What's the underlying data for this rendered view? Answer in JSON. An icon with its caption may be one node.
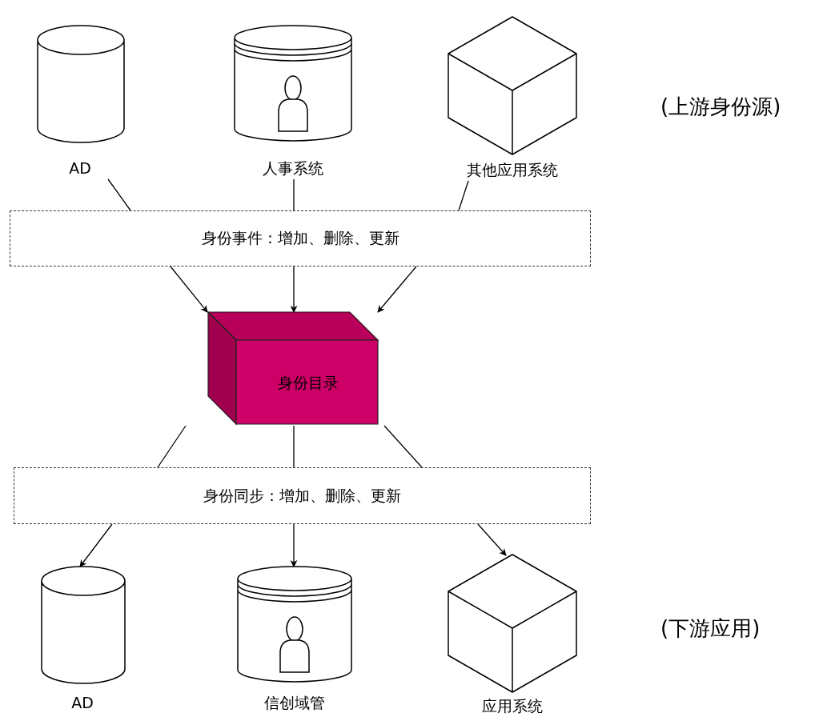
{
  "diagram": {
    "nodes": [
      {
        "text": [
          "AD"
        ]
      },
      {
        "text": [
          "人事系统"
        ]
      },
      {
        "text": [
          "其他应用系统"
        ]
      },
      {
        "text": [
          "身份事件：增加、删除、更新"
        ]
      },
      {
        "text": [
          "身份目录"
        ]
      },
      {
        "text": [
          "身份同步：增加、删除、更新"
        ]
      },
      {
        "text": [
          "AD"
        ]
      },
      {
        "text": [
          "信创域管"
        ]
      },
      {
        "text": [
          "应用系统"
        ]
      }
    ],
    "edges": [
      {
        "from": 0,
        "to": 3,
        "arrow": "none"
      },
      {
        "from": 1,
        "to": 3,
        "arrow": "none"
      },
      {
        "from": 2,
        "to": 3,
        "arrow": "none"
      },
      {
        "from": 3,
        "to": 4,
        "arrow": "to"
      },
      {
        "from": 3,
        "to": 4,
        "arrow": "to"
      },
      {
        "from": 3,
        "to": 4,
        "arrow": "to"
      },
      {
        "from": 4,
        "to": 5,
        "arrow": "none"
      },
      {
        "from": 4,
        "to": 5,
        "arrow": "none"
      },
      {
        "from": 4,
        "to": 5,
        "arrow": "none"
      },
      {
        "from": 5,
        "to": 6,
        "arrow": "to"
      },
      {
        "from": 5,
        "to": 7,
        "arrow": "to"
      },
      {
        "from": 5,
        "to": 8,
        "arrow": "to"
      }
    ],
    "labels": [
      "(上游身份源)",
      "(下游应用)"
    ]
  }
}
